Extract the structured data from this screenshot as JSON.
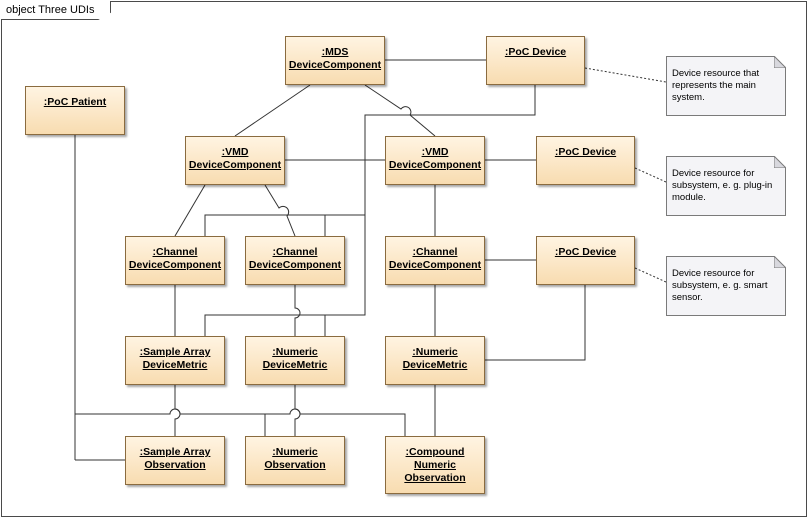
{
  "diagram": {
    "frame_title": "object Three UDIs",
    "objects": {
      "mds": ":MDS\nDeviceComponent",
      "poc_device_1": ":PoC Device",
      "poc_patient": ":PoC Patient",
      "vmd_left": ":VMD\nDeviceComponent",
      "vmd_right": ":VMD\nDeviceComponent",
      "poc_device_2": ":PoC Device",
      "channel_1": ":Channel\nDeviceComponent",
      "channel_2": ":Channel\nDeviceComponent",
      "channel_3": ":Channel\nDeviceComponent",
      "poc_device_3": ":PoC Device",
      "sample_array_metric": ":Sample Array\nDeviceMetric",
      "numeric_metric_1": ":Numeric\nDeviceMetric",
      "numeric_metric_2": ":Numeric\nDeviceMetric",
      "sample_array_observation": ":Sample Array\nObservation",
      "numeric_observation": ":Numeric\nObservation",
      "compound_observation": ":Compound\nNumeric\nObservation"
    },
    "notes": {
      "note_1": "Device resource that represents the main system.",
      "note_2": "Device resource for subsystem, e. g. plug-in module.",
      "note_3": "Device resource for subsystem, e. g. smart sensor."
    }
  }
}
